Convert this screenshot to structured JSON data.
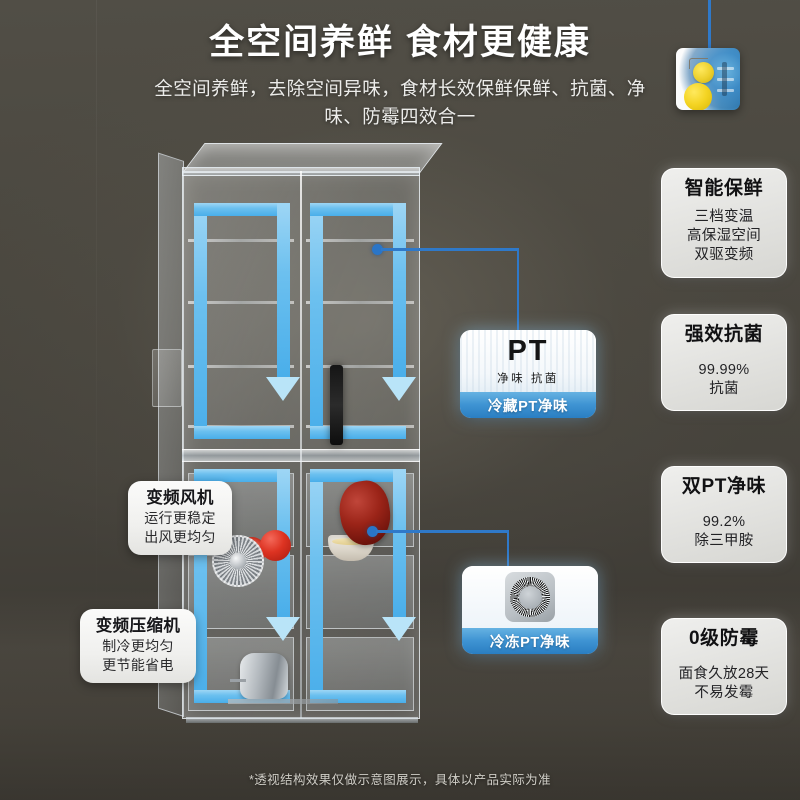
{
  "header": {
    "title": "全空间养鲜 食材更健康",
    "subtitle": "全空间养鲜，去除空间异味，食材长效保鲜保鲜、抗菌、净味、防霉四效合一"
  },
  "badges": [
    {
      "id": "fridge-pt",
      "logo": "PT",
      "logo_sub": "净味 抗菌",
      "bar_label": "冷藏PT净味"
    },
    {
      "id": "freezer-pt",
      "icon": "pt-disc-icon",
      "bar_label": "冷冻PT净味"
    }
  ],
  "callouts": [
    {
      "id": "fan",
      "title": "变频风机",
      "lines": [
        "运行更稳定",
        "出风更均匀"
      ]
    },
    {
      "id": "compressor",
      "title": "变频压缩机",
      "lines": [
        "制冷更均匀",
        "更节能省电"
      ]
    }
  ],
  "feature_cards": [
    {
      "title": "智能保鲜",
      "lines": [
        "三档变温",
        "高保湿空间",
        "双驱变频"
      ]
    },
    {
      "title": "强效抗菌",
      "lines": [
        "99.99%",
        "抗菌"
      ]
    },
    {
      "title": "双PT净味",
      "lines": [
        "99.2%",
        "除三甲胺"
      ]
    },
    {
      "title": "0级防霉",
      "lines": [
        "面食久放28天",
        "不易发霉"
      ]
    }
  ],
  "disclaimer": "*透视结构效果仅做示意图展示，具体以产品实际为准",
  "colors": {
    "background": "#45423b",
    "accent_blue": "#2f79c9",
    "bar_blue": "#3f94d3",
    "flow_blue": "#6cc0ef",
    "card_bg": "#e3e3e0",
    "title_text": "#ffffff"
  }
}
